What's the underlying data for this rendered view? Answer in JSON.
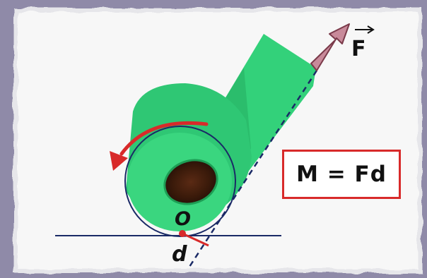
{
  "labels": {
    "force": "F",
    "pivot": "O",
    "lever_arm": "d"
  },
  "formula": "M = Fd",
  "colors": {
    "paper": "#f7f7f7",
    "roll": "#33d17a",
    "roll_dark": "#1e9e55",
    "arrow": "#c88a9a",
    "red": "#d82a2a",
    "navy": "#1a2a66"
  }
}
